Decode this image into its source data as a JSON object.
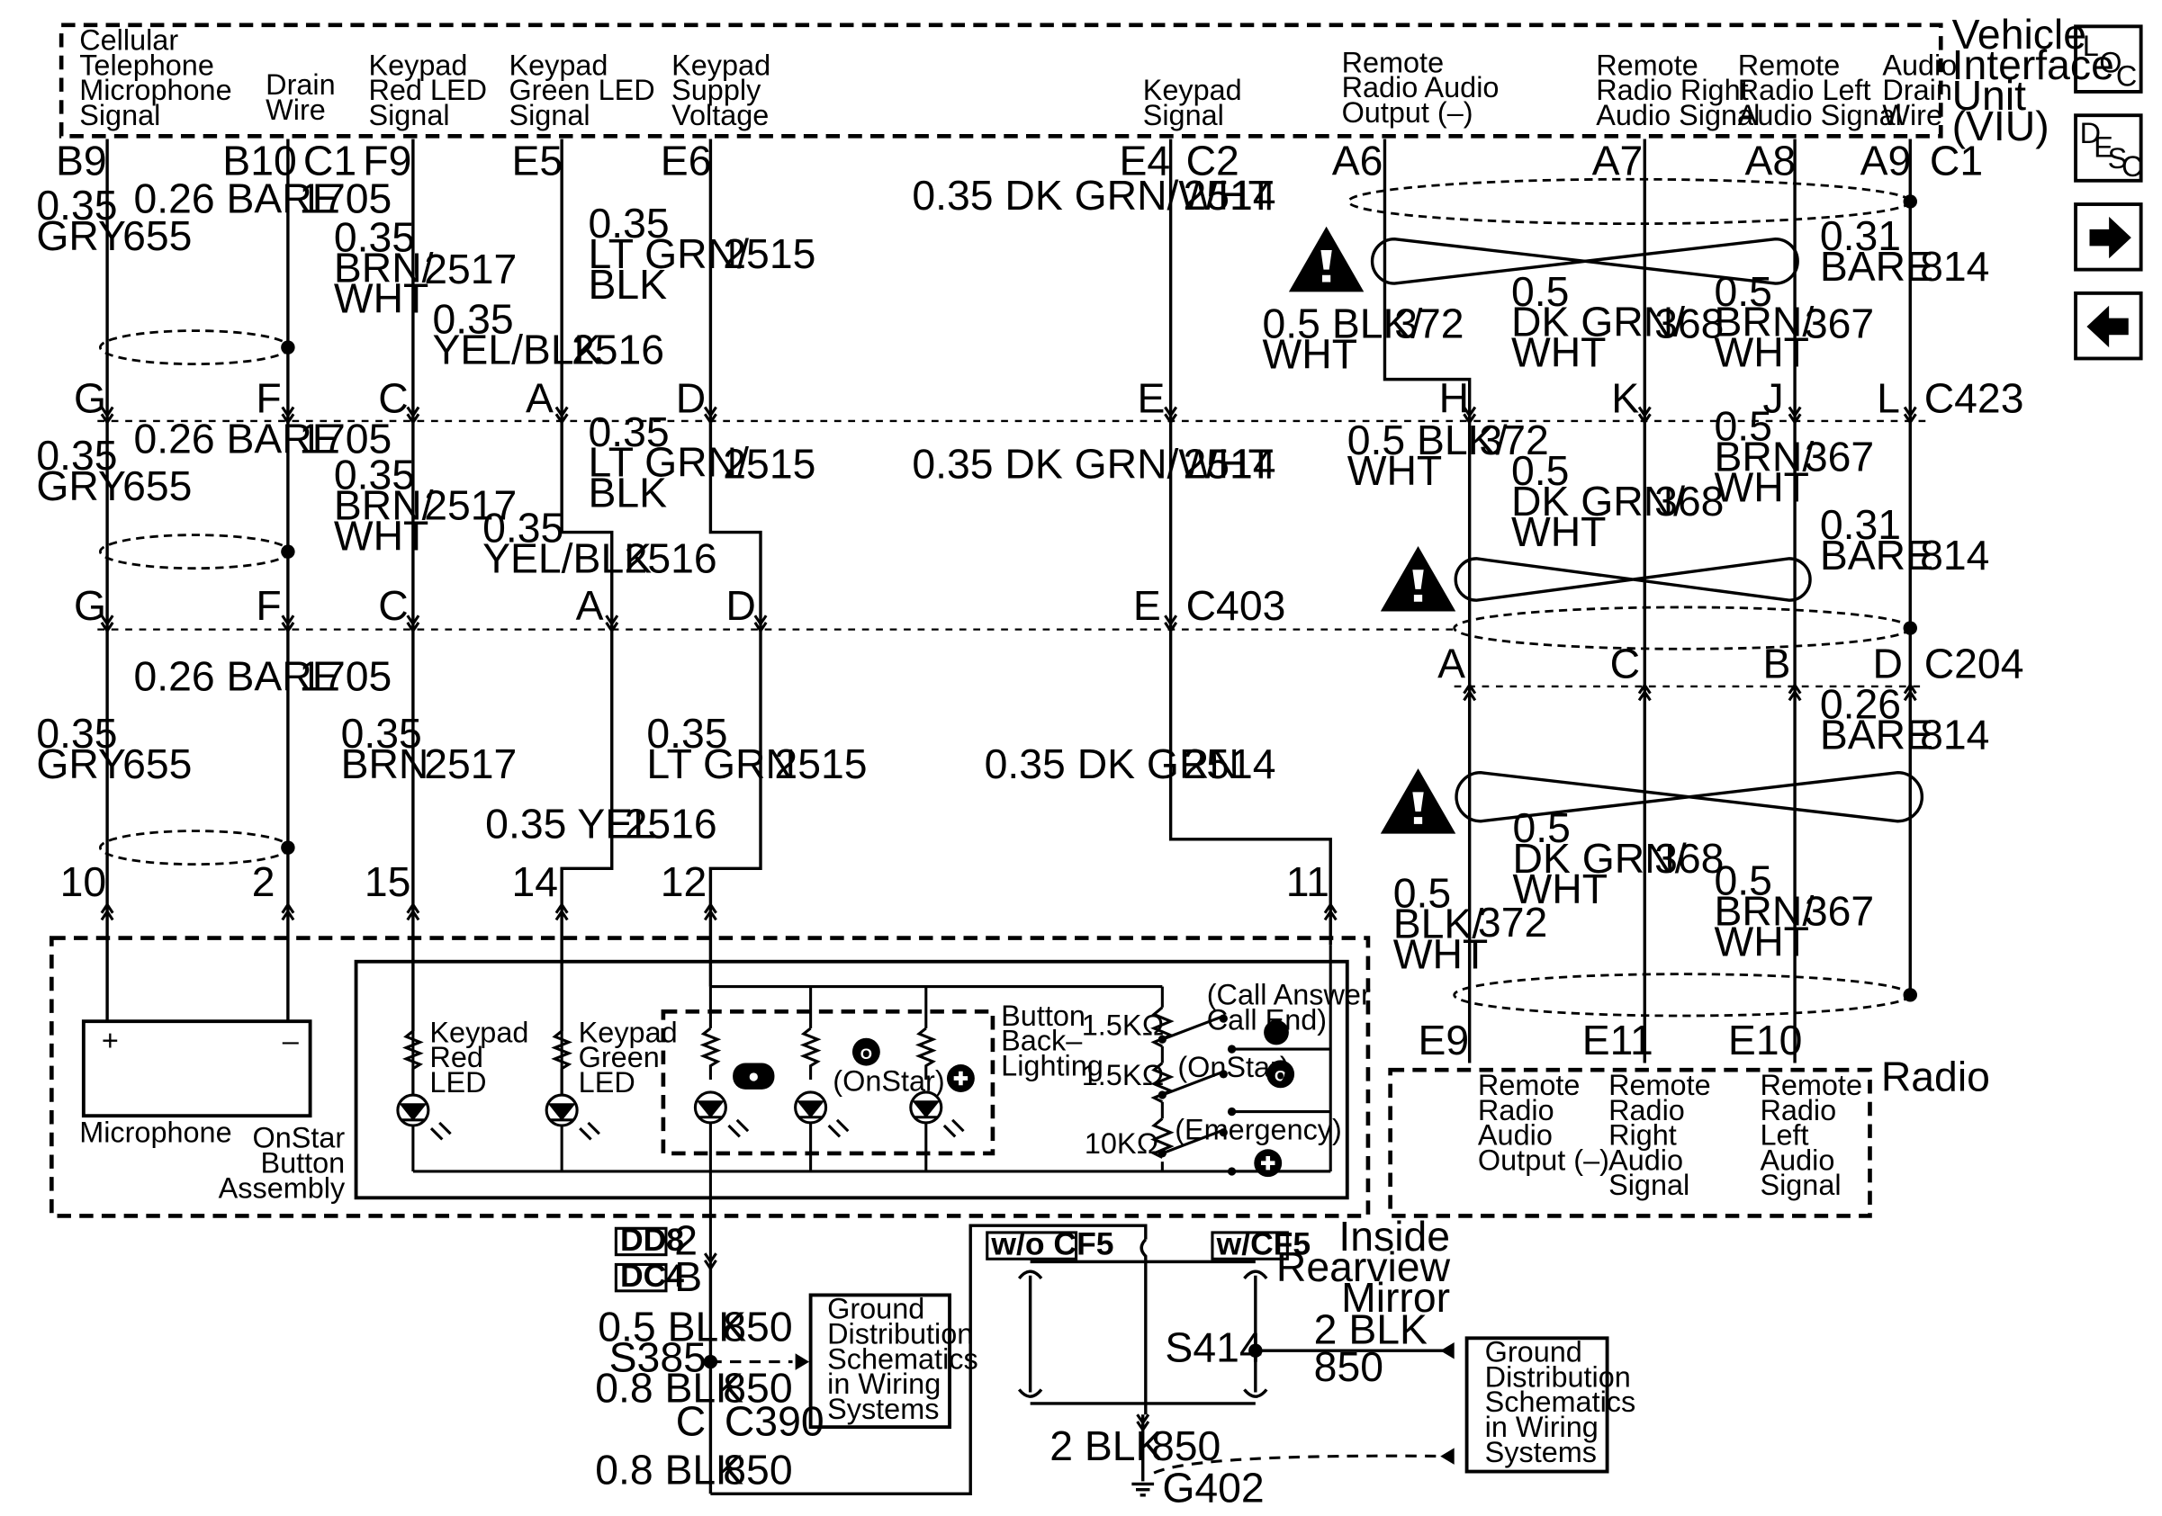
{
  "viu_label": [
    "Vehicle",
    "Interface",
    "Unit",
    "(VIU)"
  ],
  "viu_headers": [
    {
      "lines": [
        "Cellular",
        "Telephone",
        "Microphone",
        "Signal"
      ]
    },
    {
      "lines": [
        "Drain",
        "Wire"
      ]
    },
    {
      "lines": [
        "Keypad",
        "Red LED",
        "Signal"
      ]
    },
    {
      "lines": [
        "Keypad",
        "Green LED",
        "Signal"
      ]
    },
    {
      "lines": [
        "Keypad",
        "Supply",
        "Voltage"
      ]
    },
    {
      "lines": [
        "Keypad",
        "Signal"
      ]
    },
    {
      "lines": [
        "Remote",
        "Radio Audio",
        "Output (–)"
      ]
    },
    {
      "lines": [
        "Remote",
        "Radio Right",
        "Audio Signal"
      ]
    },
    {
      "lines": [
        "Remote",
        "Radio Left",
        "Audio Signal"
      ]
    },
    {
      "lines": [
        "Audio",
        "Drain",
        "Wire"
      ]
    }
  ],
  "viu_pins": [
    "B9",
    "B10",
    "C1",
    "F9",
    "E5",
    "E6",
    "E4",
    "C2",
    "A6",
    "A7",
    "A8",
    "A9",
    "C1"
  ],
  "connectors": {
    "c423": "C423",
    "c403": "C403",
    "c204": "C204",
    "c390": "C390"
  },
  "pins_c423_left": [
    "G",
    "F",
    "C",
    "A",
    "D",
    "E"
  ],
  "pins_c423_right": [
    "H",
    "K",
    "J",
    "L"
  ],
  "pins_c403": [
    "G",
    "F",
    "C",
    "A",
    "D",
    "E"
  ],
  "pins_c204": [
    "A",
    "C",
    "B",
    "D"
  ],
  "pins_onstar": [
    "10",
    "2",
    "15",
    "14",
    "12",
    "11"
  ],
  "pins_radio": [
    "E9",
    "E11",
    "E10"
  ],
  "wires_top": [
    {
      "lines": [
        "0.35",
        "GRY"
      ]
    },
    {
      "lines": [
        "655"
      ]
    },
    {
      "lines": [
        "0.26 BARE"
      ]
    },
    {
      "lines": [
        "1705"
      ]
    },
    {
      "lines": [
        "0.35",
        "BRN/",
        "WHT"
      ]
    },
    {
      "lines": [
        "2517"
      ]
    },
    {
      "lines": [
        "0.35",
        "YEL/BLK"
      ]
    },
    {
      "lines": [
        "2516"
      ]
    },
    {
      "lines": [
        "0.35",
        "LT GRN/",
        "BLK"
      ]
    },
    {
      "lines": [
        "2515"
      ]
    },
    {
      "lines": [
        "0.35 DK GRN/WHT"
      ]
    },
    {
      "lines": [
        "2514"
      ]
    },
    {
      "lines": [
        "0.5 BLK/",
        "WHT"
      ]
    },
    {
      "lines": [
        "372"
      ]
    },
    {
      "lines": [
        "0.5",
        "DK GRN/",
        "WHT"
      ]
    },
    {
      "lines": [
        "368"
      ]
    },
    {
      "lines": [
        "0.5",
        "BRN/",
        "WHT"
      ]
    },
    {
      "lines": [
        "367"
      ]
    },
    {
      "lines": [
        "0.31",
        "BARE"
      ]
    },
    {
      "lines": [
        "814"
      ]
    }
  ],
  "wires_mid": [
    {
      "lines": [
        "0.35",
        "GRY"
      ]
    },
    {
      "lines": [
        "655"
      ]
    },
    {
      "lines": [
        "0.26 BARE"
      ]
    },
    {
      "lines": [
        "1705"
      ]
    },
    {
      "lines": [
        "0.35",
        "BRN/",
        "WHT"
      ]
    },
    {
      "lines": [
        "2517"
      ]
    },
    {
      "lines": [
        "0.35",
        "YEL/BLK"
      ]
    },
    {
      "lines": [
        "2516"
      ]
    },
    {
      "lines": [
        "0.35",
        "LT GRN/",
        "BLK"
      ]
    },
    {
      "lines": [
        "2515"
      ]
    },
    {
      "lines": [
        "0.35 DK GRN/WHT"
      ]
    },
    {
      "lines": [
        "2514"
      ]
    },
    {
      "lines": [
        "0.5 BLK/",
        "WHT"
      ]
    },
    {
      "lines": [
        "372"
      ]
    },
    {
      "lines": [
        "0.5",
        "DK GRN/",
        "WHT"
      ]
    },
    {
      "lines": [
        "368"
      ]
    },
    {
      "lines": [
        "0.5",
        "BRN/",
        "WHT"
      ]
    },
    {
      "lines": [
        "367"
      ]
    },
    {
      "lines": [
        "0.31",
        "BARE"
      ]
    },
    {
      "lines": [
        "814"
      ]
    }
  ],
  "wires_low": [
    {
      "lines": [
        "0.35",
        "GRY"
      ]
    },
    {
      "lines": [
        "655"
      ]
    },
    {
      "lines": [
        "0.26 BARE"
      ]
    },
    {
      "lines": [
        "1705"
      ]
    },
    {
      "lines": [
        "0.35",
        "BRN"
      ]
    },
    {
      "lines": [
        "2517"
      ]
    },
    {
      "lines": [
        "0.35 YEL"
      ]
    },
    {
      "lines": [
        "2516"
      ]
    },
    {
      "lines": [
        "0.35",
        "LT GRN"
      ]
    },
    {
      "lines": [
        "2515"
      ]
    },
    {
      "lines": [
        "0.35 DK GRN"
      ]
    },
    {
      "lines": [
        "2514"
      ]
    },
    {
      "lines": [
        "0.26",
        "BARE"
      ]
    },
    {
      "lines": [
        "814"
      ]
    },
    {
      "lines": [
        "0.5",
        "DK GRN/",
        "WHT"
      ]
    },
    {
      "lines": [
        "368"
      ]
    },
    {
      "lines": [
        "0.5",
        "BRN/",
        "WHT"
      ]
    },
    {
      "lines": [
        "367"
      ]
    },
    {
      "lines": [
        "0.5",
        "BLK/",
        "WHT"
      ]
    },
    {
      "lines": [
        "372"
      ]
    }
  ],
  "onstar_labels": {
    "microphone": [
      "Microphone"
    ],
    "assembly": [
      "OnStar",
      "Button",
      "Assembly"
    ],
    "red_led": [
      "Keypad",
      "Red",
      "LED"
    ],
    "green_led": [
      "Keypad",
      "Green",
      "LED"
    ],
    "onstar": [
      "(OnStar)"
    ],
    "backlighting": [
      "Button",
      "Back–",
      "Lighting"
    ],
    "call_answer": [
      "(Call Answer",
      "Call End)"
    ],
    "sw_onstar": [
      "(OnStar)"
    ],
    "emergency": [
      "(Emergency)"
    ],
    "r1": [
      "1.5KΩ"
    ],
    "r2": [
      "1.5KΩ"
    ],
    "r3": [
      "10KΩ"
    ],
    "plus": [
      "+"
    ],
    "minus": [
      "–"
    ]
  },
  "radio": {
    "title": [
      "Radio"
    ],
    "cols": [
      {
        "lines": [
          "Remote",
          "Radio",
          "Audio",
          "Output (–)"
        ]
      },
      {
        "lines": [
          "Remote",
          "Radio",
          "Right",
          "Audio",
          "Signal"
        ]
      },
      {
        "lines": [
          "Remote",
          "Radio",
          "Left",
          "Audio",
          "Signal"
        ]
      }
    ]
  },
  "ground": {
    "dd8": "DD8",
    "dd8_pin": "2",
    "dc4": "DC4",
    "dc4_pin": "B",
    "w1": [
      {
        "lines": [
          "0.5 BLK"
        ]
      },
      {
        "lines": [
          "850"
        ]
      }
    ],
    "s385": "S385",
    "w2": [
      {
        "lines": [
          "0.8 BLK"
        ]
      },
      {
        "lines": [
          "850"
        ]
      }
    ],
    "c390_pin": "C",
    "w3": [
      {
        "lines": [
          "0.8 BLK"
        ]
      },
      {
        "lines": [
          "850"
        ]
      }
    ],
    "ref1": [
      "Ground",
      "Distribution",
      "Schematics",
      "in Wiring",
      "Systems"
    ],
    "wo_cf5": "w/o CF5",
    "w_cf5": "w/CF5",
    "mirror": [
      "Inside",
      "Rearview",
      "Mirror"
    ],
    "s414": "S414",
    "w4": [
      {
        "lines": [
          "2 BLK"
        ]
      },
      {
        "lines": [
          "850"
        ]
      }
    ],
    "w5": [
      {
        "lines": [
          "2 BLK"
        ]
      },
      {
        "lines": [
          "850"
        ]
      }
    ],
    "g402": "G402",
    "ref2": [
      "Ground",
      "Distribution",
      "Schematics",
      "in Wiring",
      "Systems"
    ]
  },
  "nav": {
    "loc": [
      "L",
      "O",
      "C"
    ],
    "desc": [
      "D",
      "E",
      "S",
      "C"
    ]
  },
  "colors": {
    "line": "#000000",
    "background": "#ffffff"
  }
}
